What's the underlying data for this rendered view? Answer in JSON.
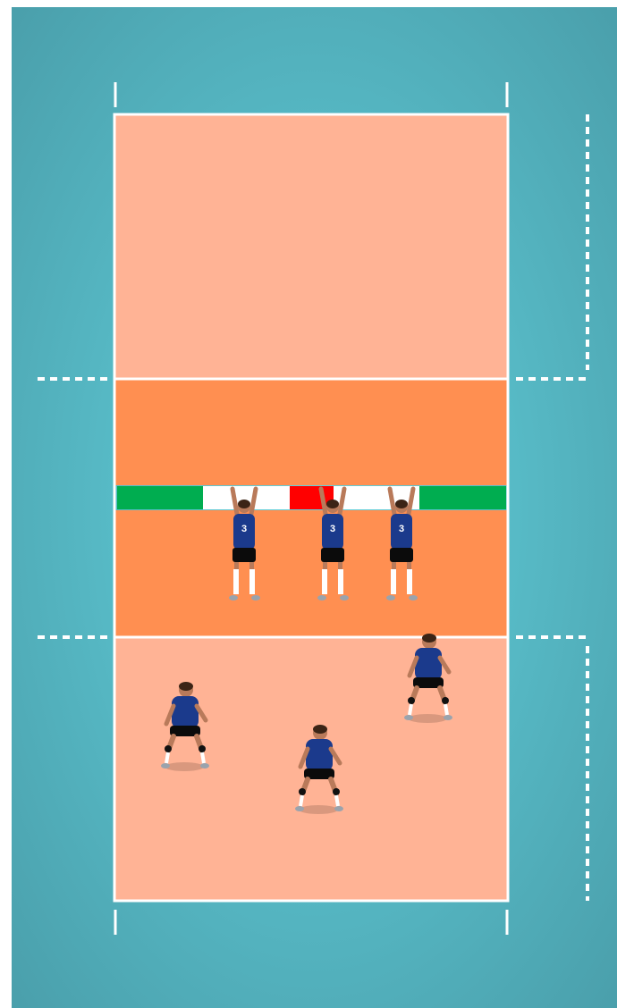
{
  "colors": {
    "floor": "#5cc3cf",
    "back_court": "#ffb395",
    "front_zone": "#ff8f51",
    "court_line": "#ffffff",
    "net_green": "#00ad50",
    "net_white": "#ffffff",
    "net_red": "#ff0000",
    "jersey": "#1b3a8c",
    "shorts": "#0b0b0b",
    "skin": "#b97a5a",
    "hair": "#3b2416"
  },
  "players": [
    {
      "role": "blocker",
      "pose": "block",
      "jersey_number": "3"
    },
    {
      "role": "blocker",
      "pose": "block",
      "jersey_number": "3"
    },
    {
      "role": "blocker",
      "pose": "block",
      "jersey_number": "3"
    },
    {
      "role": "defender",
      "pose": "ready"
    },
    {
      "role": "defender",
      "pose": "ready"
    },
    {
      "role": "defender",
      "pose": "ready"
    }
  ]
}
